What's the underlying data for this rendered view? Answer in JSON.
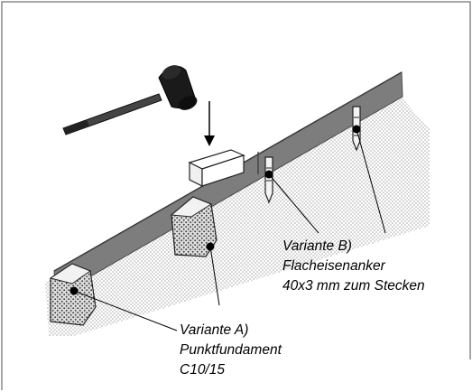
{
  "variants": {
    "a": {
      "lines": [
        "Variante A)",
        "Punktfundament",
        "C10/15"
      ]
    },
    "b": {
      "lines": [
        "Variante B)",
        "Flacheisenanker",
        "40x3 mm zum Stecken"
      ]
    }
  },
  "icons": {
    "hammer": "hammer-icon",
    "down_arrow": "down-arrow-icon"
  },
  "colors": {
    "frame": "#8a8a8a",
    "edging_strip": "#7d7d7d",
    "edging_strip_edge": "#4a4a4a",
    "ground_dots": "#a8a8a8",
    "foundation": "#dcdcdc",
    "hammer_head": "#1a1a1a",
    "hammer_handle": "#444444"
  }
}
